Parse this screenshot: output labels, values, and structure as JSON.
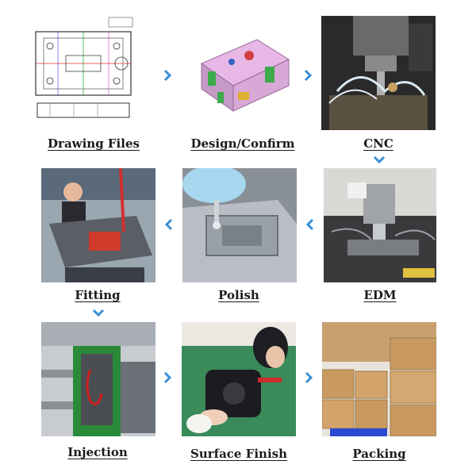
{
  "colors": {
    "arrow": "#3a8fd6",
    "label": "#1a1a1a",
    "background": "#ffffff"
  },
  "steps": [
    {
      "label": "Drawing Files",
      "image": "technical-drawing-image"
    },
    {
      "label": "Design/Confirm",
      "image": "mold-3d-design-image"
    },
    {
      "label": "CNC",
      "image": "cnc-machining-image"
    },
    {
      "label": "EDM",
      "image": "edm-machine-image"
    },
    {
      "label": "Polish",
      "image": "polishing-image"
    },
    {
      "label": "Fitting",
      "image": "mold-fitting-image"
    },
    {
      "label": "Injection",
      "image": "injection-machine-image"
    },
    {
      "label": "Surface Finish",
      "image": "surface-finish-image"
    },
    {
      "label": "Packing",
      "image": "packing-boxes-image"
    }
  ],
  "arrows": [
    "chevron-right",
    "chevron-right",
    "chevron-down",
    "chevron-left",
    "chevron-left",
    "chevron-down",
    "chevron-right",
    "chevron-right"
  ]
}
